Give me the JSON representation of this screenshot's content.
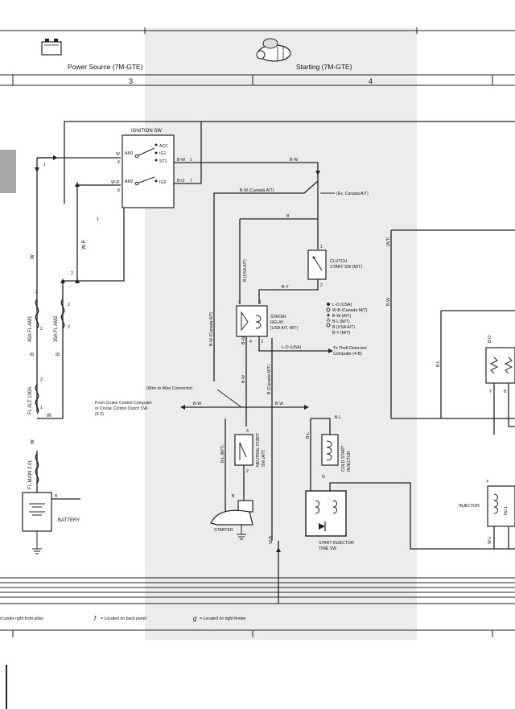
{
  "header": {
    "left_title": "Power Source (7M-GTE)",
    "right_title": "Starting (7M-GTE)",
    "grid_3": "3",
    "grid_4": "4",
    "battery_icon": "battery-icon",
    "starter_icon": "starter-motor-icon"
  },
  "ignition": {
    "title": "IGNITION SW",
    "acc": "ACC",
    "ig1": "IG1",
    "st1": "ST1",
    "ig2": "IG2",
    "am1": "AM1",
    "am2": "AM2",
    "pin4": "4",
    "pin8": "8",
    "in_w": "W",
    "in_wr": "W-R",
    "out_bw": "B-W",
    "out_bw_pin": "1",
    "out_bo": "B-O",
    "out_bo_pin": "7"
  },
  "wires": {
    "w": "W",
    "wr": "W-R",
    "b": "B",
    "bw": "B-W",
    "by": "B-Y",
    "bl": "B-L",
    "lo_usa": "L-O (USA)",
    "bw_canada_at": "B-W (Canada A/T)",
    "ex_canada_at": "(Ex. Canada A/T)",
    "b_usa_at": "B (USA A/T)",
    "b_canada_mt": "B (Canada M/T)",
    "at": "(A/T)",
    "wb": "W-B",
    "bo": "B-O",
    "y": "Y",
    "g": "G",
    "wl": "W-L",
    "n1": "1",
    "n2": "2",
    "n3": "3",
    "n4": "4"
  },
  "fuses": {
    "am1": "40A FL AM1",
    "am2": "30A FL AM2",
    "alt": "FL ALT 100A",
    "main": "FL MAIN 2.0L"
  },
  "battery": {
    "label": "BATTERY"
  },
  "clutch": {
    "line1": "CLUTCH",
    "line2": "START SW (M/T)"
  },
  "stater": {
    "line1": "STATER",
    "line2": "RELAY",
    "line3": "(USA A/T, M/T)"
  },
  "legend": {
    "l1": "L-O (USA)",
    "l2": "W-B (Canada M/T)",
    "l3": "B-W (A/T)",
    "l4": "B-L (M/T)",
    "l5": "B (USA A/T)",
    "l6": "B-Y (M/T)"
  },
  "theft": {
    "line1": "To Theft Deterrent",
    "line2": "Computer (4-B)"
  },
  "connector": {
    "label": "(Wire to Wire Connector)"
  },
  "cruise": {
    "line1": "From Cruise Control Computer",
    "line2": "or Cruise Control Clutch SW",
    "line3": "(5-2)"
  },
  "neutral": {
    "line1": "NEUTRAL START",
    "line2": "SW (A/T)",
    "bl_mt": "B-L (M/T)"
  },
  "cold": {
    "line1": "COLD START",
    "line2": "INJECTOR"
  },
  "starter": {
    "label": "STARTER"
  },
  "timer": {
    "label": "START INJECTOR",
    "label2": "TIME SW"
  },
  "injector": {
    "label": "INJECTOR",
    "no1": "No.1"
  },
  "footer": {
    "left_note": "d under right front pillar",
    "f_symbol": "f",
    "f_note": "= Located on back panel",
    "g_symbol": "g",
    "g_note": "= Located on right fender"
  }
}
